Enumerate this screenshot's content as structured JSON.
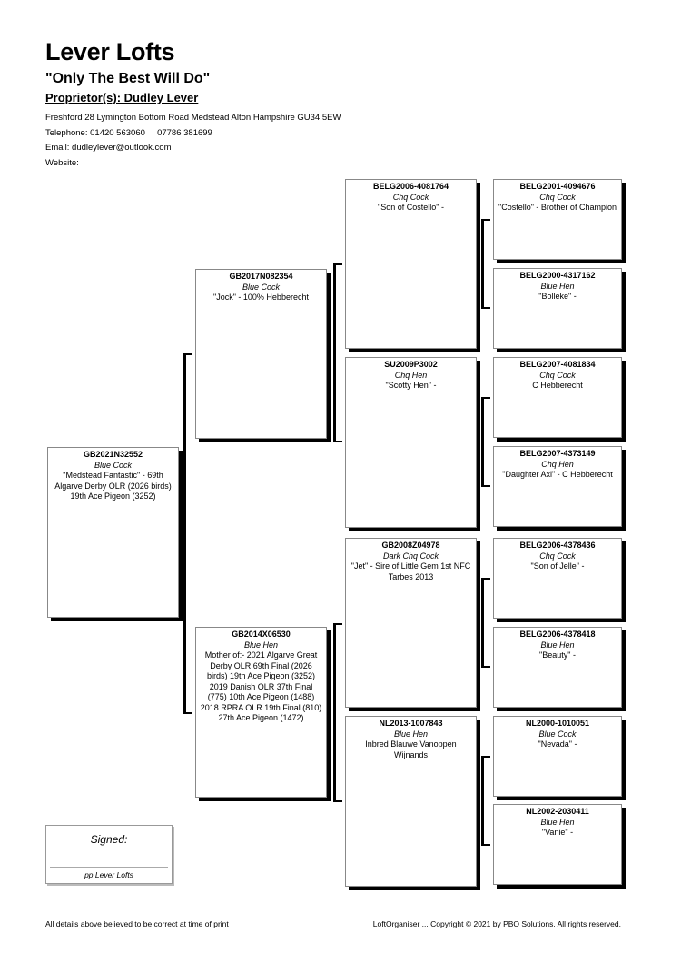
{
  "header": {
    "title": "Lever Lofts",
    "motto": "\"Only The Best Will Do\"",
    "proprietor": "Proprietor(s): Dudley Lever",
    "address": "Freshford 28 Lymington Bottom Road Medstead Alton Hampshire GU34 5EW",
    "telephone": "Telephone: 01420 563060     07786 381699",
    "email": "Email: dudleylever@outlook.com",
    "website": "Website:"
  },
  "pedigree": {
    "subject": {
      "ring": "GB2021N32552",
      "colour": "Blue Cock",
      "desc": "\"Medstead Fantastic\" - 69th Algarve Derby OLR (2026 birds) 19th Ace Pigeon (3252)"
    },
    "sire": {
      "ring": "GB2017N082354",
      "colour": "Blue Cock",
      "desc": "\"Jock\" - 100% Hebberecht"
    },
    "dam": {
      "ring": "GB2014X06530",
      "colour": "Blue Hen",
      "desc": "Mother of:- 2021 Algarve Great Derby OLR 69th Final (2026 birds) 19th Ace Pigeon (3252) 2019 Danish OLR 37th Final (775) 10th Ace Pigeon (1488) 2018 RPRA OLR 19th Final (810) 27th Ace Pigeon (1472)"
    },
    "ss": {
      "ring": "BELG2006-4081764",
      "colour": "Chq Cock",
      "desc": "\"Son of Costello\" -"
    },
    "sd": {
      "ring": "SU2009P3002",
      "colour": "Chq Hen",
      "desc": "\"Scotty Hen\" -"
    },
    "ds": {
      "ring": "GB2008Z04978",
      "colour": "Dark Chq Cock",
      "desc": "\"Jet\" - Sire of Little Gem 1st NFC Tarbes 2013"
    },
    "dd": {
      "ring": "NL2013-1007843",
      "colour": "Blue Hen",
      "desc": "Inbred Blauwe Vanoppen Wijnands"
    },
    "sss": {
      "ring": "BELG2001-4094676",
      "colour": "Chq Cock",
      "desc": "\"Costello\" - Brother of Champion"
    },
    "ssd": {
      "ring": "BELG2000-4317162",
      "colour": "Blue Hen",
      "desc": "\"Bolleke\" -"
    },
    "sds": {
      "ring": "BELG2007-4081834",
      "colour": "Chq Cock",
      "desc": "C Hebberecht"
    },
    "sdd": {
      "ring": "BELG2007-4373149",
      "colour": "Chq Hen",
      "desc": "\"Daughter Axl\" - C Hebberecht"
    },
    "dss": {
      "ring": "BELG2006-4378436",
      "colour": "Chq Cock",
      "desc": "\"Son of Jelle\" -"
    },
    "dsd": {
      "ring": "BELG2006-4378418",
      "colour": "Blue Hen",
      "desc": "\"Beauty\" -"
    },
    "dds": {
      "ring": "NL2000-1010051",
      "colour": "Blue Cock",
      "desc": "\"Nevada\" -"
    },
    "ddd": {
      "ring": "NL2002-2030411",
      "colour": "Blue Hen",
      "desc": "\"Vanie\" -"
    }
  },
  "signature": {
    "signed_label": "Signed:",
    "pp": "pp Lever Lofts"
  },
  "footer": {
    "left": "All details above believed to be correct at time of print",
    "right": "LoftOrganiser ... Copyright © 2021 by PBO Solutions. All rights reserved."
  }
}
